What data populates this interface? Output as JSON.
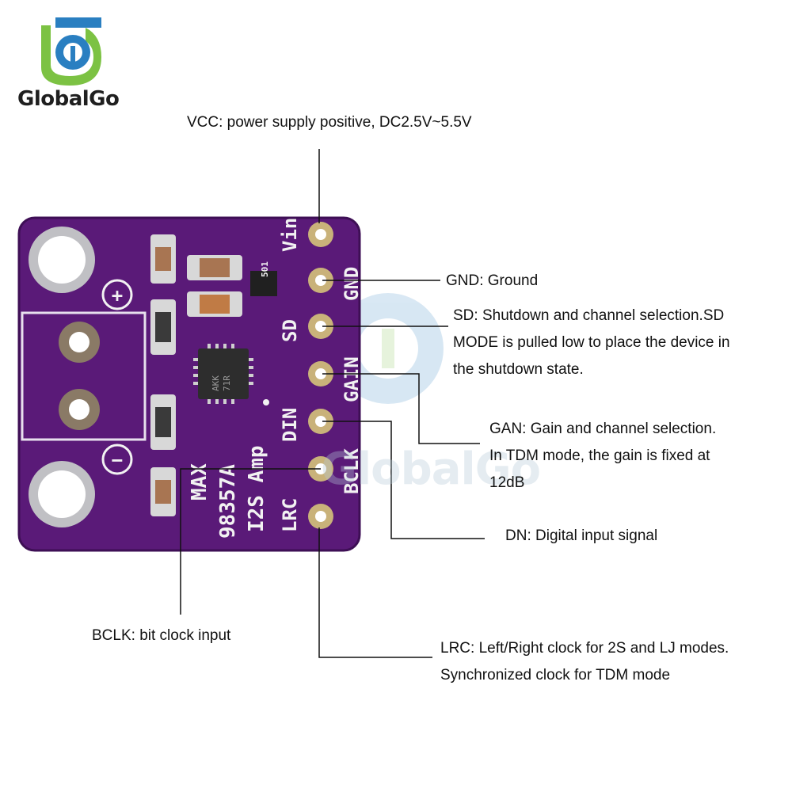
{
  "brand": {
    "name": "GlobalGo"
  },
  "board": {
    "pin_labels": [
      "Vin",
      "GND",
      "SD",
      "GAIN",
      "DIN",
      "BCLK",
      "LRC"
    ],
    "chip_lines": [
      "MAX",
      "98357A",
      "I2S Amp"
    ],
    "chip_marking": [
      "AKK",
      "71R"
    ],
    "resistor_code": "501",
    "plus_symbol": "+",
    "minus_symbol": "−"
  },
  "annotations": {
    "vcc": "VCC: power supply positive, DC2.5V~5.5V",
    "gnd": "GND: Ground",
    "sd": [
      "SD: Shutdown and channel selection.SD",
      "MODE is pulled low to place the device in",
      "the shutdown state."
    ],
    "gain": [
      "GAN: Gain and channel selection.",
      "In TDM mode, the gain is fixed at",
      "12dB"
    ],
    "din": "DN: Digital input signal",
    "bclk": "BCLK: bit clock input",
    "lrc": [
      "LRC: Left/Right clock for 2S and LJ modes.",
      "Synchronized clock for TDM mode"
    ]
  },
  "colors": {
    "pcb": "#5a1a78",
    "pcb_edge": "#3e0f55",
    "pad_gold": "#c9b27a",
    "leader_line": "#111111",
    "logo_green": "#7cc243",
    "logo_blue": "#2a7fc1"
  }
}
